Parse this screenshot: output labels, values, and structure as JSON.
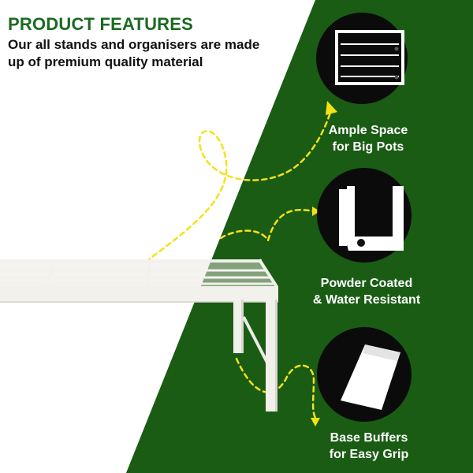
{
  "heading": "PRODUCT FEATURES",
  "subtitle": "Our all stands and organisers are made up of premium quality material",
  "features": [
    {
      "line1": "Ample Space",
      "line2": "for Big Pots",
      "icon": "wire-grid-icon"
    },
    {
      "line1": "Powder Coated",
      "line2": "& Water Resistant",
      "icon": "corner-joint-icon"
    },
    {
      "line1": "Base Buffers",
      "line2": "for Easy Grip",
      "icon": "rubber-buffer-icon"
    }
  ],
  "colors": {
    "brand_green": "#1b6a22",
    "panel_green": "#1a5c14",
    "arrow_yellow": "#f4e11a",
    "stand_white": "#f2f1ec"
  }
}
